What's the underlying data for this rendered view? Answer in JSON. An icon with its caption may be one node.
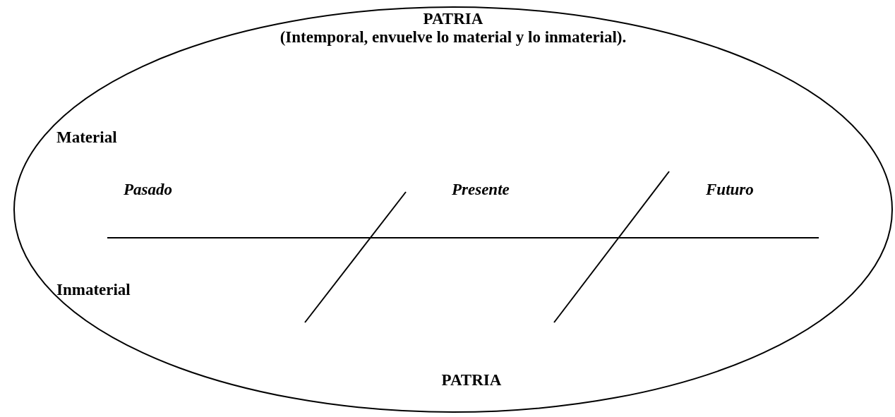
{
  "diagram": {
    "nodes": [
      {
        "text": [
          "PATRIA",
          "(Intemporal, envuelve lo material y lo inmaterial)."
        ]
      }
    ],
    "labels": [
      "Material",
      "Pasado",
      "Presente",
      "Futuro",
      "Inmaterial",
      "PATRIA"
    ]
  }
}
